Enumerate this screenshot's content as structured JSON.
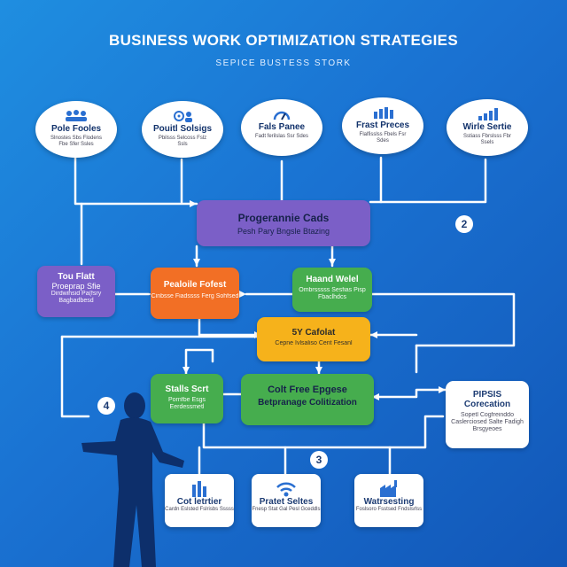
{
  "header": {
    "title": "BUSINESS WORK OPTIMIZATION STRATEGIES",
    "subtitle": "SEPICE BUSTESS STORK"
  },
  "top_nodes": [
    {
      "label": "Pole Fooles",
      "sub": "Slnostes Sbs Flodens Fbe Sfer Ssles",
      "icon": "team-meeting-icon"
    },
    {
      "label": "Pouitl Solsigs",
      "sub": "Pbilsss Selcoss Fslz Ssls",
      "icon": "gear-person-icon"
    },
    {
      "label": "Fals Panee",
      "sub": "Fadt ferilslas Ssr Sdes",
      "icon": "gauge-icon"
    },
    {
      "label": "Frast Preces",
      "sub": "Flalfisslss Fbels Fsr Sdes",
      "icon": "bar-chart-icon"
    },
    {
      "label": "Wirle Sertie",
      "sub": "Sstiass Fbrslsss Fbr Ssels",
      "icon": "growth-chart-icon"
    }
  ],
  "nodes": {
    "programme": {
      "label": "Progerannie Cads",
      "sub": "Pesh Pary Bngsle Btazing"
    },
    "left_purple": {
      "label": "Tou Flatt",
      "line2": "Proeprap Sfie",
      "sub": "Dirdwihsid Pa(fsry Bagbadbesd"
    },
    "orange": {
      "label": "Pealoile Fofest",
      "sub": "Cinbsse Fiadssss Ferg Sohfsed"
    },
    "green_right": {
      "label": "Haand Welel",
      "sub": "Ombrsssss Sesfias Pisp Fbaclhdcs"
    },
    "yellow": {
      "label": "5Y Cafolat",
      "sub": "Cepne Ivlsaliso Cent Fesanl"
    },
    "green_small": {
      "label": "Stalls Scrt",
      "sub": "Pornfbe Esgs Eerdessmetl"
    },
    "green_big": {
      "label": "Colt Free Epgese",
      "line2": "Betpranage Colitization"
    },
    "white_right": {
      "label": "PIPSIS",
      "line2": "Corecation",
      "sub": "Sopetl Cogfreinddo Caslerciosed Salte Fadigh Brsgyeoes"
    }
  },
  "bottom_cards": [
    {
      "label": "Cot letrtier",
      "sub": "Cardn Eslsted Fslrisbs Sssss",
      "icon": "tower-icon"
    },
    {
      "label": "Pratet Seltes",
      "sub": "Fnesp Stat Gal Pesl Gceddls",
      "icon": "wifi-icon"
    },
    {
      "label": "Watrsesting",
      "sub": "Foslsoro Fsstsed Fndslsrlss",
      "icon": "factory-icon"
    }
  ],
  "badges": [
    "2",
    "4",
    "3"
  ],
  "colors": {
    "background": "#1a72d2",
    "purple": "#7b5fc7",
    "orange": "#f26f25",
    "green": "#46ad4e",
    "yellow": "#f6b21b"
  }
}
